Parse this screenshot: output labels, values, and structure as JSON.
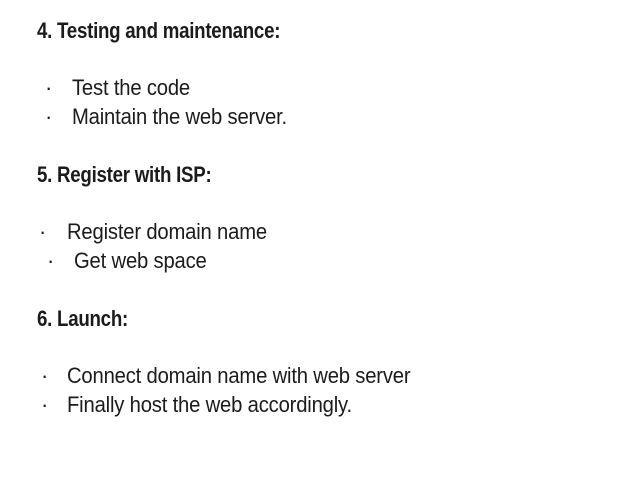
{
  "slide": {
    "background_color": "#ffffff",
    "text_color": "#1b1b1b",
    "bullet_char": "·",
    "sections": [
      {
        "heading": "4. Testing and maintenance:",
        "items": [
          "Test the code",
          "Maintain the web server."
        ]
      },
      {
        "heading": "5. Register with ISP:",
        "items": [
          "Register domain name",
          "Get web space"
        ]
      },
      {
        "heading": "6. Launch:",
        "items": [
          "Connect domain name with web server",
          "Finally host the web accordingly."
        ]
      }
    ]
  }
}
